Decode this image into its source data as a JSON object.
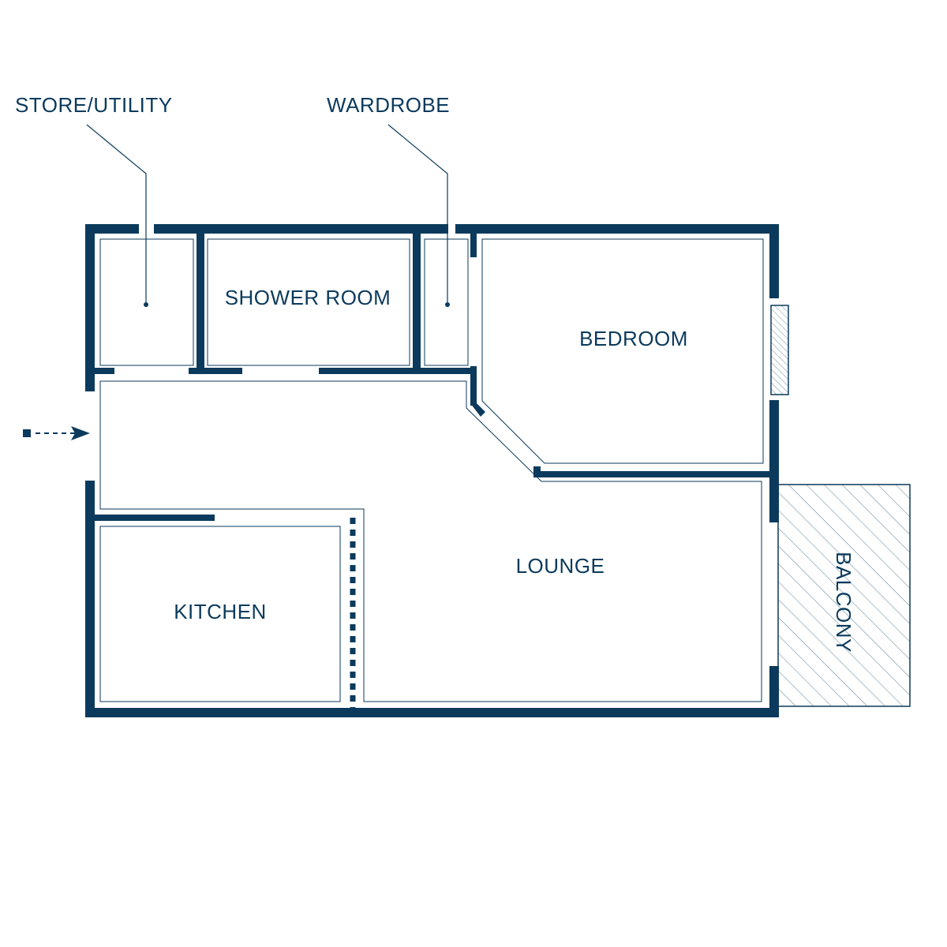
{
  "colors": {
    "ink": "#0b3a5c",
    "background": "#ffffff"
  },
  "rooms": {
    "store_utility": "STORE/UTILITY",
    "wardrobe": "WARDROBE",
    "shower_room": "SHOWER ROOM",
    "bedroom": "BEDROOM",
    "kitchen": "KITCHEN",
    "lounge": "LOUNGE",
    "balcony": "BALCONY"
  },
  "icons": {
    "entrance": "entrance-arrow-icon"
  }
}
